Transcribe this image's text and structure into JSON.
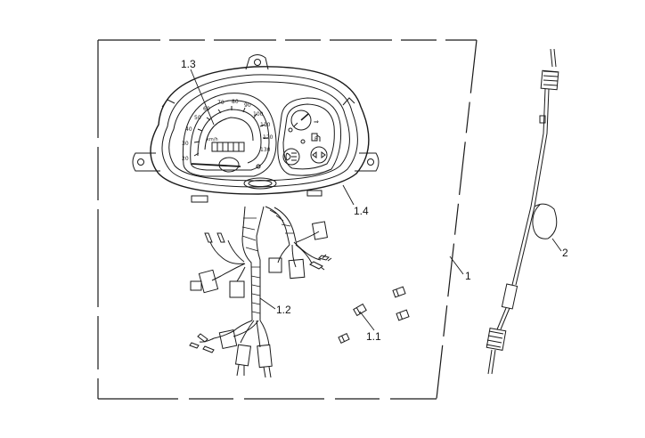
{
  "callouts": {
    "c1_3": "1.3",
    "c1_4": "1.4",
    "c1_2": "1.2",
    "c1_1": "1.1",
    "c1": "1",
    "c2": "2"
  },
  "gauge_text": {
    "turn_right": "⇒",
    "fuel_letter": "F",
    "km": "km/h",
    "ticks": [
      "20",
      "30",
      "40",
      "50",
      "60",
      "70",
      "80",
      "90",
      "100",
      "110",
      "120",
      "130"
    ]
  },
  "colors": {
    "line": "#1a1a1a",
    "background": "#ffffff"
  }
}
